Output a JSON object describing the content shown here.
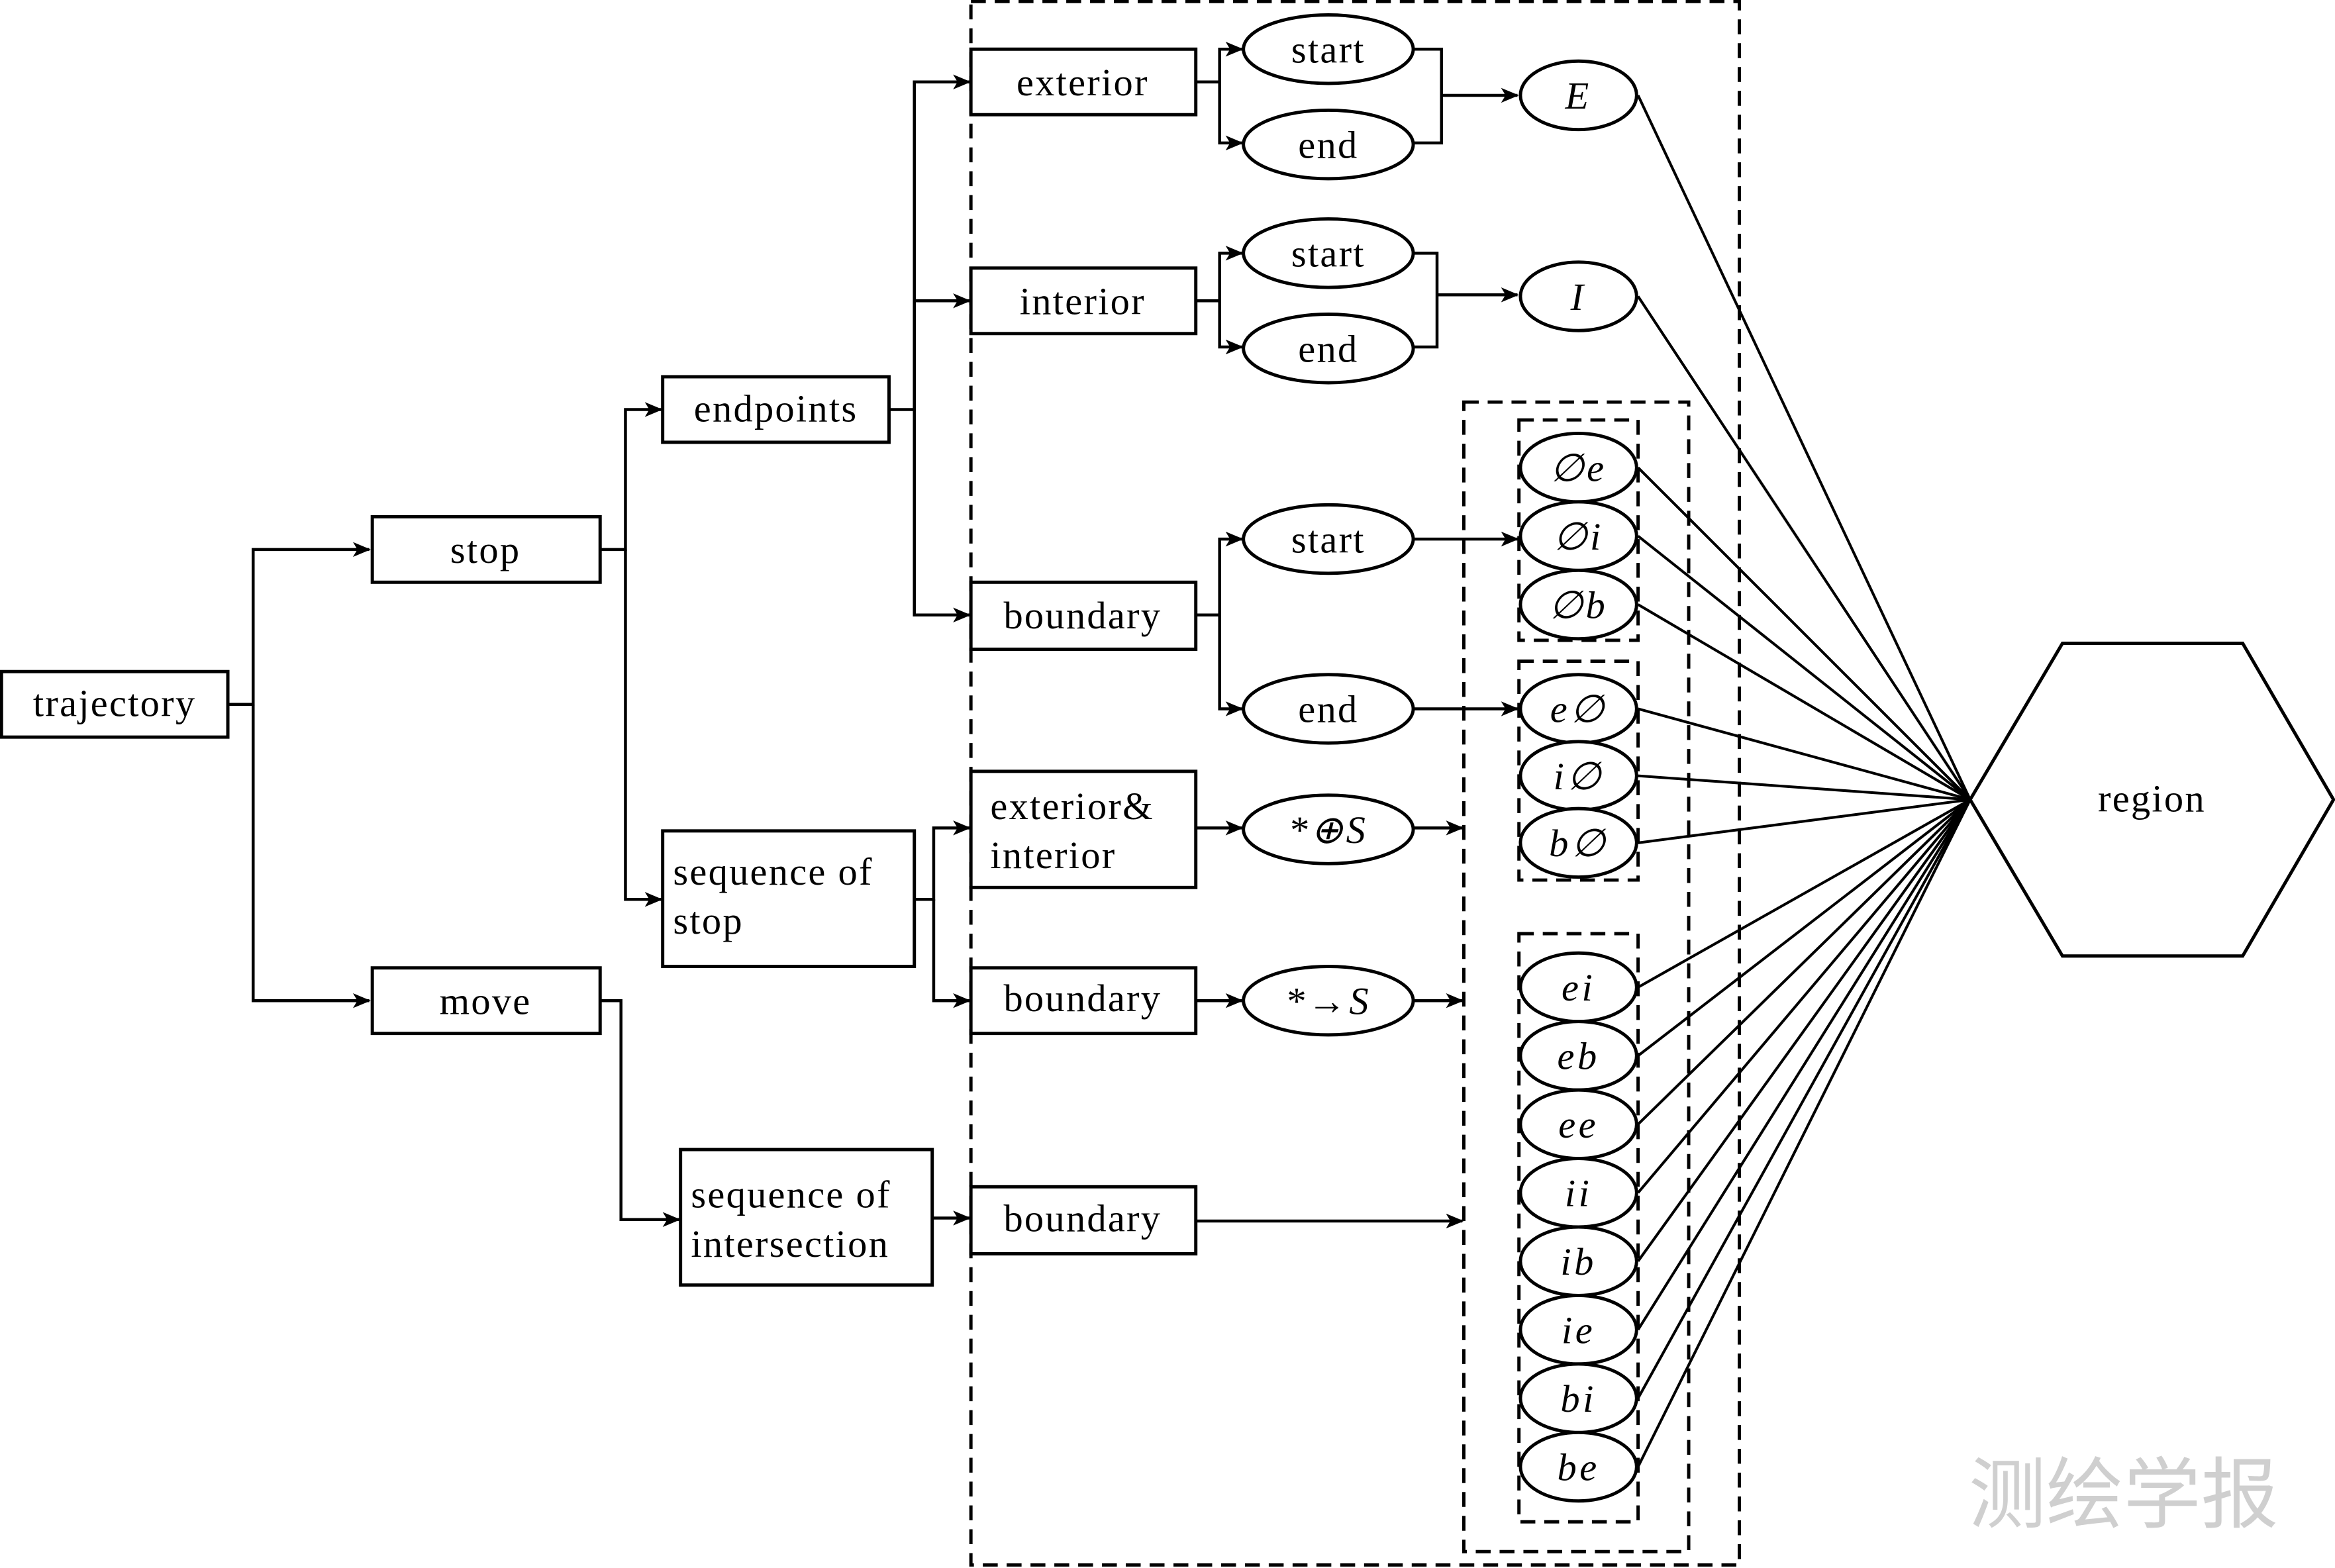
{
  "diagram": {
    "root": "trajectory",
    "level1": {
      "stop": "stop",
      "move": "move"
    },
    "level2": {
      "endpoints": "endpoints",
      "sequence_of_stop": [
        "sequence of",
        "stop"
      ],
      "sequence_of_intersection": [
        "sequence of",
        "intersection"
      ]
    },
    "endpoint_parts": {
      "exterior": "exterior",
      "interior": "interior",
      "boundary": "boundary"
    },
    "sos_parts": {
      "exterior_interior": [
        "exterior&",
        "interior"
      ],
      "boundary": "boundary"
    },
    "soi_parts": {
      "boundary": "boundary"
    },
    "start_label": "start",
    "end_label": "end",
    "E": "E",
    "I": "I",
    "op_oplus": "*⊕S",
    "op_arrow": "*→S",
    "group_start": [
      "∅e",
      "∅i",
      "∅b"
    ],
    "group_end": [
      "e∅",
      "i∅",
      "b∅"
    ],
    "group_seq": [
      "ei",
      "eb",
      "ee",
      "ii",
      "ib",
      "ie",
      "bi",
      "be"
    ],
    "target": "region"
  },
  "watermark": "测绘学报"
}
